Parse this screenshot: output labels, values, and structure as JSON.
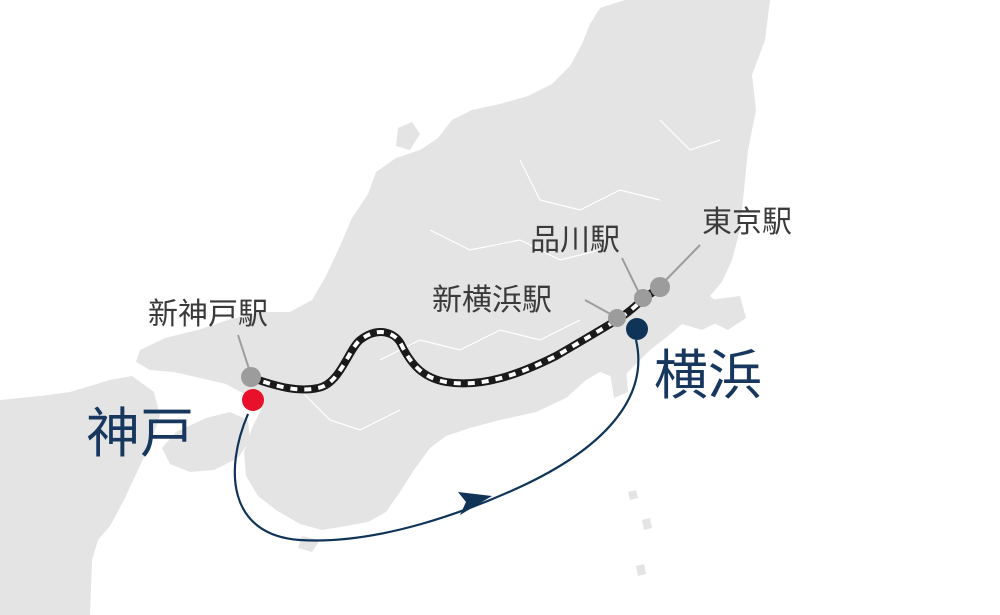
{
  "cities": {
    "origin": {
      "label": "神戸",
      "color": "#e8102a"
    },
    "destination": {
      "label": "横浜",
      "color": "#0f3458"
    }
  },
  "stations": [
    {
      "key": "shin_kobe",
      "label": "新神戸駅"
    },
    {
      "key": "shin_yokohama",
      "label": "新横浜駅"
    },
    {
      "key": "shinagawa",
      "label": "品川駅"
    },
    {
      "key": "tokyo",
      "label": "東京駅"
    }
  ],
  "colors": {
    "land": "#e4e4e4",
    "station_dot": "#9c9c9c",
    "label_text": "#3a3a3a",
    "city_text": "#17375e",
    "sea_route": "#0f3458",
    "rail_dark": "#1a1a1a",
    "rail_light": "#ffffff"
  },
  "routes": [
    {
      "name": "sea-route",
      "style": "arrow-line"
    },
    {
      "name": "rail-route",
      "style": "black-white-dashed"
    }
  ]
}
